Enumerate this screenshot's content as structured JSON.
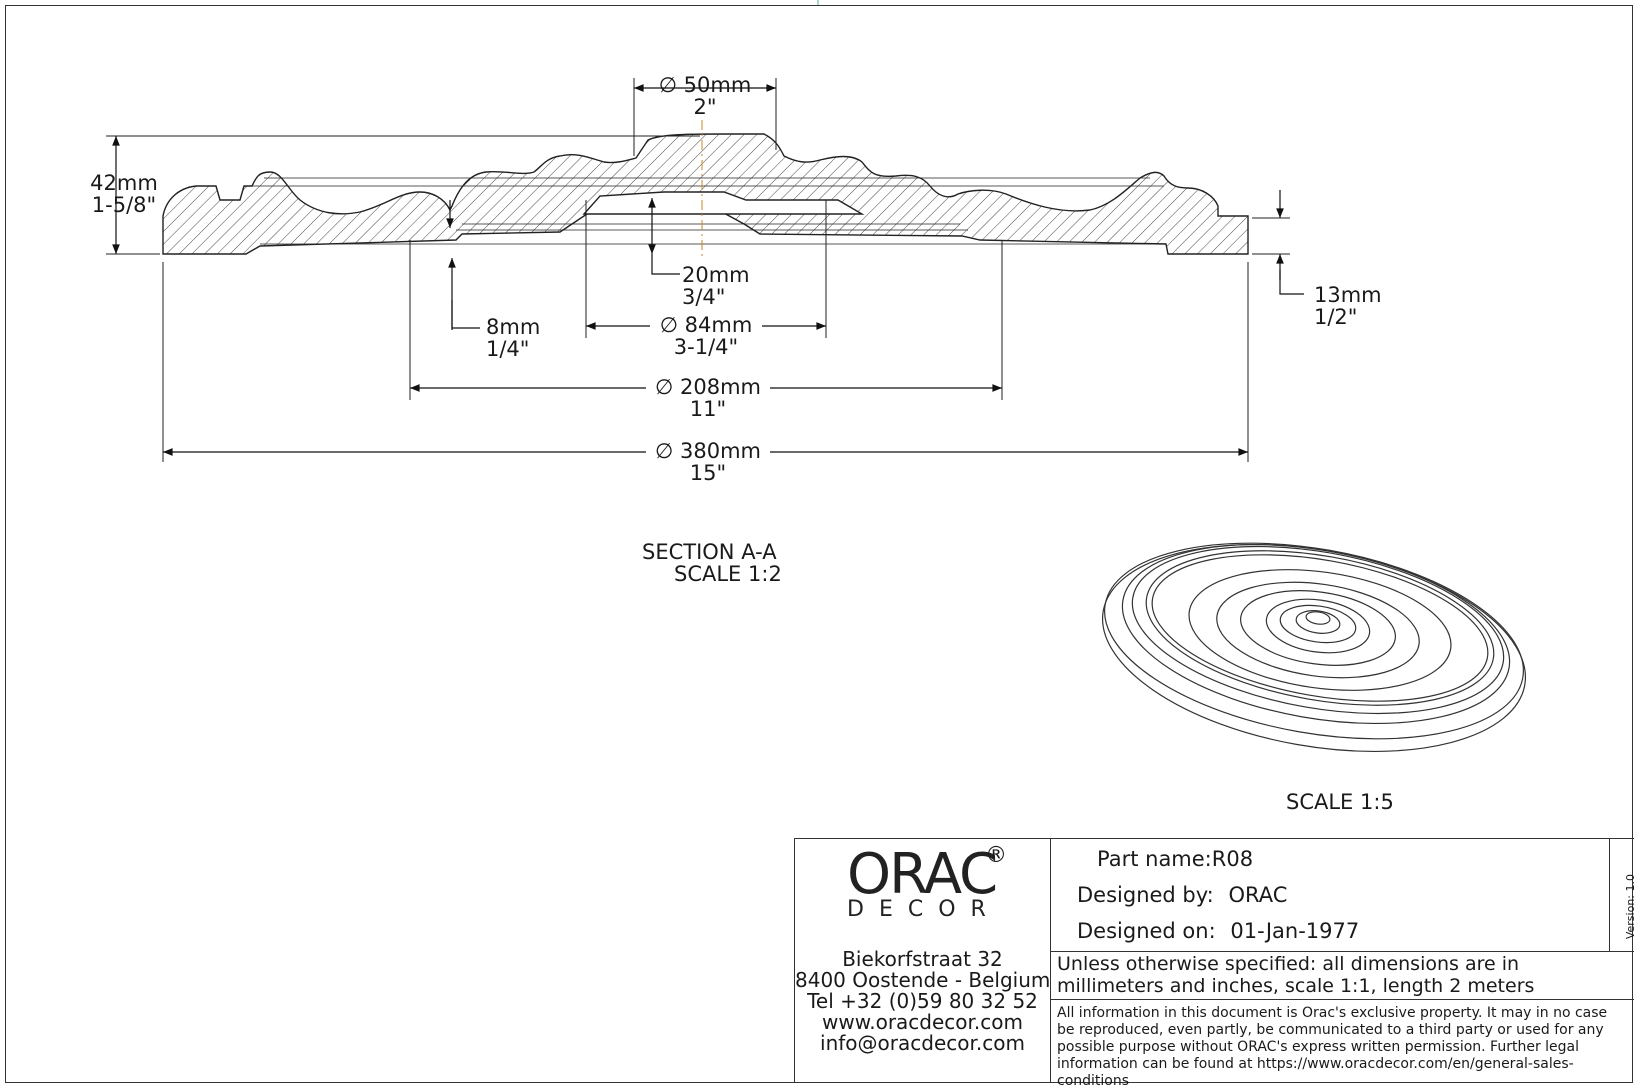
{
  "drawing": {
    "dimensions": {
      "top_dia_mm": "∅ 50mm",
      "top_dia_in": "2\"",
      "height_mm": "42mm",
      "height_in": "1-5/8\"",
      "recess_mm": "20mm",
      "recess_in": "3/4\"",
      "rim_mm": "8mm",
      "rim_in": "1/4\"",
      "inner_dia_mm": "∅ 84mm",
      "inner_dia_in": "3-1/4\"",
      "mid_dia_mm": "∅ 208mm",
      "mid_dia_in": "11\"",
      "outer_dia_mm": "∅ 380mm",
      "outer_dia_in": "15\"",
      "edge_mm": "13mm",
      "edge_in": "1/2\""
    },
    "section_label": "SECTION  A-A",
    "section_scale": "SCALE  1:2",
    "iso_scale": "SCALE  1:5"
  },
  "title_block": {
    "logo_word": "ORAC",
    "logo_reg": "®",
    "logo_sub": "DECOR",
    "address": [
      "Biekorfstraat 32",
      "8400 Oostende - Belgium",
      "Tel  +32 (0)59 80 32 52",
      "www.oracdecor.com",
      "info@oracdecor.com"
    ],
    "part_name_label": "Part name:",
    "part_name": "R08",
    "designed_by_label": "Designed by:",
    "designed_by": "ORAC",
    "designed_on_label": "Designed on:",
    "designed_on": "01-Jan-1977",
    "version": "Version: 1.0",
    "units_note": "Unless otherwise specified: all dimensions are in millimeters and inches, scale 1:1, length 2 meters",
    "legal_note": "All information in this document is Orac's exclusive property.  It may in no case be reproduced, even partly, be communicated to a third party or used for any possible purpose without ORAC's express written permission. Further legal information can be found at https://www.oracdecor.com/en/general-sales-conditions"
  }
}
